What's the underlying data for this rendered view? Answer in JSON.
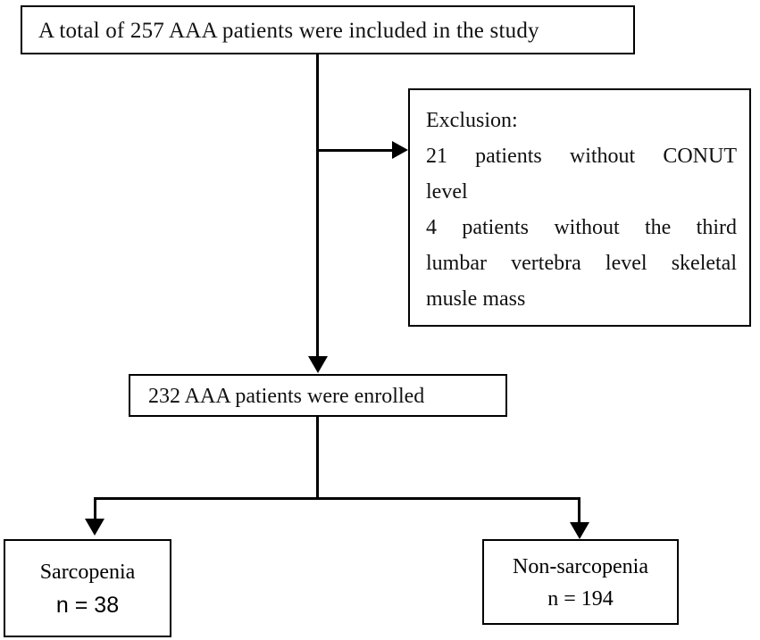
{
  "diagram": {
    "title": "AAA patient study flow diagram",
    "type": "flowchart",
    "background_color": "#ffffff",
    "line_color": "#000000",
    "text_color": "#111111"
  },
  "nodes": {
    "top": {
      "text": "A total of 257 AAA patients were included in the study"
    },
    "exclusion": {
      "heading": "Exclusion:",
      "line1": "21 patients without CONUT",
      "line2": "level",
      "line3": "4 patients without the third",
      "line4": "lumbar vertebra level skeletal",
      "line5": "musle mass"
    },
    "middle": {
      "text": "232 AAA patients were enrolled"
    },
    "sarcopenia": {
      "title": "Sarcopenia",
      "count": "n = 38"
    },
    "non_sarcopenia": {
      "title": "Non-sarcopenia",
      "count": "n = 194"
    }
  },
  "connectors": {
    "trunk_to_middle": "vertical arrow from top box down to enrolled box",
    "branch_to_exclusion": "horizontal arrow right into exclusion box",
    "fork_left": "arrow down into sarcopenia box",
    "fork_right": "arrow down into non-sarcopenia box"
  }
}
